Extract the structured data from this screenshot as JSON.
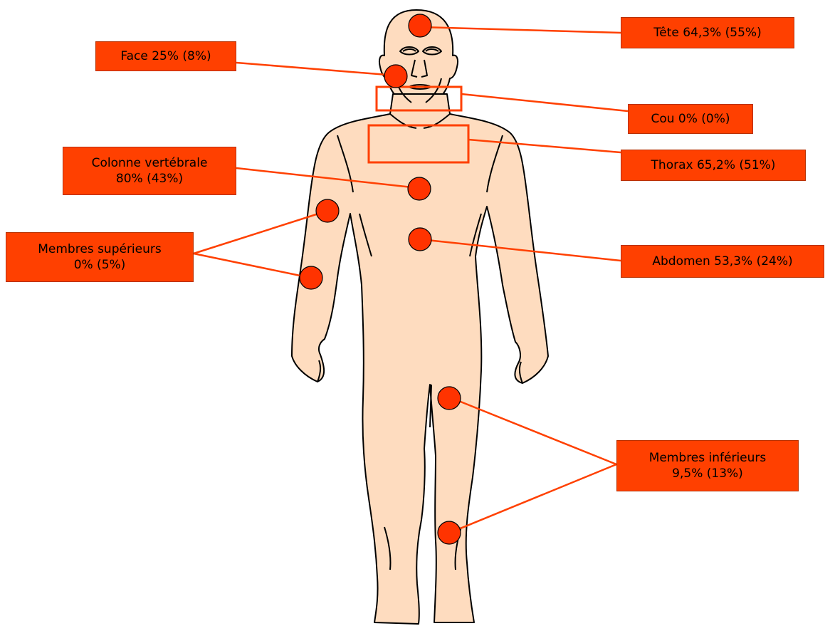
{
  "colors": {
    "background": "#ffffff",
    "skin": "#fedcbf",
    "outline": "#000000",
    "accent": "#ff4000",
    "marker": "#ff3300",
    "connector": "#ff4000"
  },
  "figure": {
    "icon": "human-body-front-icon"
  },
  "labels": {
    "tete": {
      "line1": "Tête  64,3% (55%)"
    },
    "face": {
      "line1": "Face 25% (8%)"
    },
    "cou": {
      "line1": "Cou  0% (0%)"
    },
    "thorax": {
      "line1": "Thorax 65,2% (51%)"
    },
    "colonne": {
      "line1": "Colonne vertébrale",
      "line2": "80% (43%)"
    },
    "membres_sup": {
      "line1": "Membres supérieurs",
      "line2": "0% (5%)"
    },
    "abdomen": {
      "line1": "Abdomen  53,3% (24%)"
    },
    "membres_inf": {
      "line1": "Membres inférieurs",
      "line2": "9,5% (13%)"
    }
  }
}
